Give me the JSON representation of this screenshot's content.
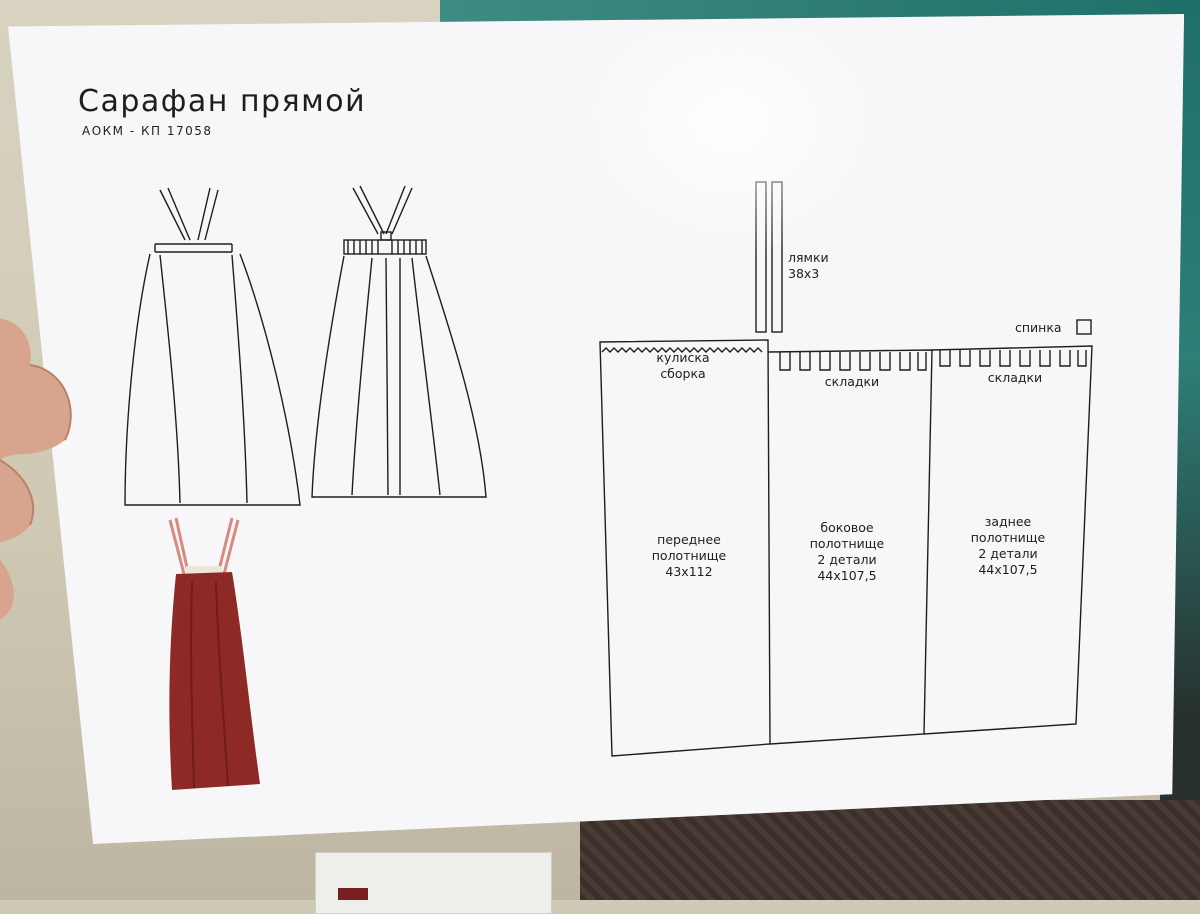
{
  "sheet": {
    "title": "Сарафан прямой",
    "code": "АОКМ - КП 17058"
  },
  "pattern": {
    "straps": {
      "name": "лямки",
      "size": "38х3"
    },
    "back_marker": "спинка",
    "front_panel": {
      "top_note": [
        "кулиска",
        "сборка"
      ],
      "name": [
        "переднее",
        "полотнище"
      ],
      "size": "43х112"
    },
    "side_panel": {
      "top_note": "складки",
      "name": [
        "боковое",
        "полотнище"
      ],
      "count": "2 детали",
      "size": "44х107,5"
    },
    "back_panel": {
      "top_note": "складки",
      "name": [
        "заднее",
        "полотнище"
      ],
      "count": "2 детали",
      "size": "44х107,5"
    }
  },
  "colors": {
    "paper": "#f7f7f9",
    "line": "#1e1e1e",
    "garment_red": "#8e2a25",
    "wall_teal": "#2a7d76"
  }
}
